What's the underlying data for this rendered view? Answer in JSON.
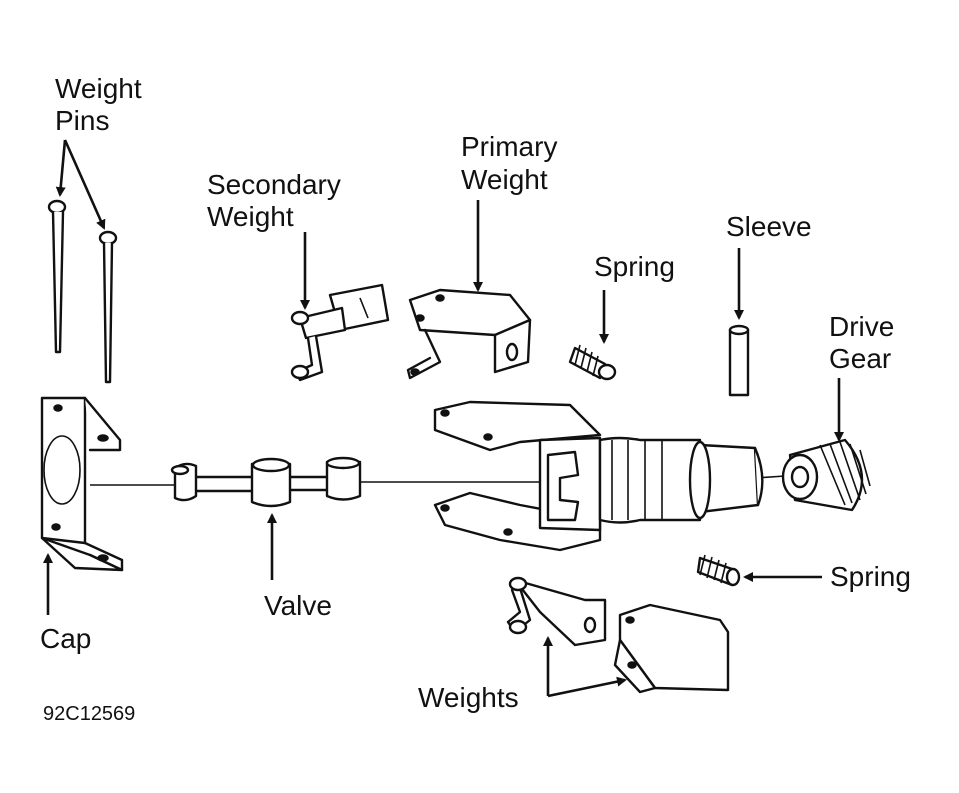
{
  "labels": {
    "weight_pins_line1": "Weight",
    "weight_pins_line2": "Pins",
    "secondary_weight_line1": "Secondary",
    "secondary_weight_line2": "Weight",
    "primary_weight_line1": "Primary",
    "primary_weight_line2": "Weight",
    "spring_top": "Spring",
    "sleeve": "Sleeve",
    "drive_gear_line1": "Drive",
    "drive_gear_line2": "Gear",
    "spring_bottom": "Spring",
    "cap": "Cap",
    "valve": "Valve",
    "weights": "Weights",
    "figure_code": "92C12569"
  }
}
